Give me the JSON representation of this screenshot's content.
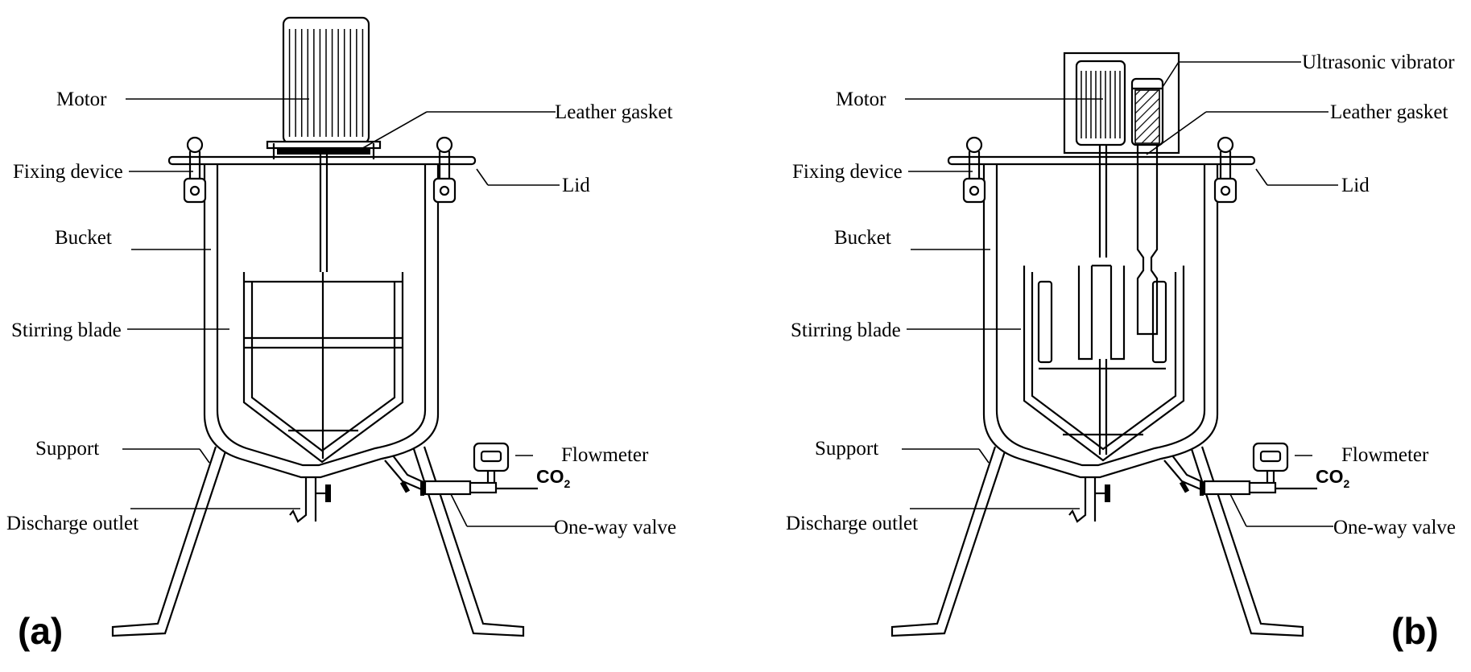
{
  "panels": [
    {
      "id": "a",
      "letter": "(a)",
      "labels": {
        "motor": "Motor",
        "leather_gasket": "Leather gasket",
        "fixing_device": "Fixing device",
        "lid": "Lid",
        "bucket": "Bucket",
        "stirring_blade": "Stirring blade",
        "support": "Support",
        "flowmeter": "Flowmeter",
        "co2_main": "CO",
        "co2_sub": "2",
        "discharge_outlet": "Discharge outlet",
        "one_way_valve": "One-way valve"
      }
    },
    {
      "id": "b",
      "letter": "(b)",
      "labels": {
        "ultrasonic_vibrator": "Ultrasonic vibrator",
        "motor": "Motor",
        "leather_gasket": "Leather gasket",
        "fixing_device": "Fixing device",
        "lid": "Lid",
        "bucket": "Bucket",
        "stirring_blade": "Stirring blade",
        "support": "Support",
        "flowmeter": "Flowmeter",
        "co2_main": "CO",
        "co2_sub": "2",
        "discharge_outlet": "Discharge outlet",
        "one_way_valve": "One-way valve"
      }
    }
  ]
}
